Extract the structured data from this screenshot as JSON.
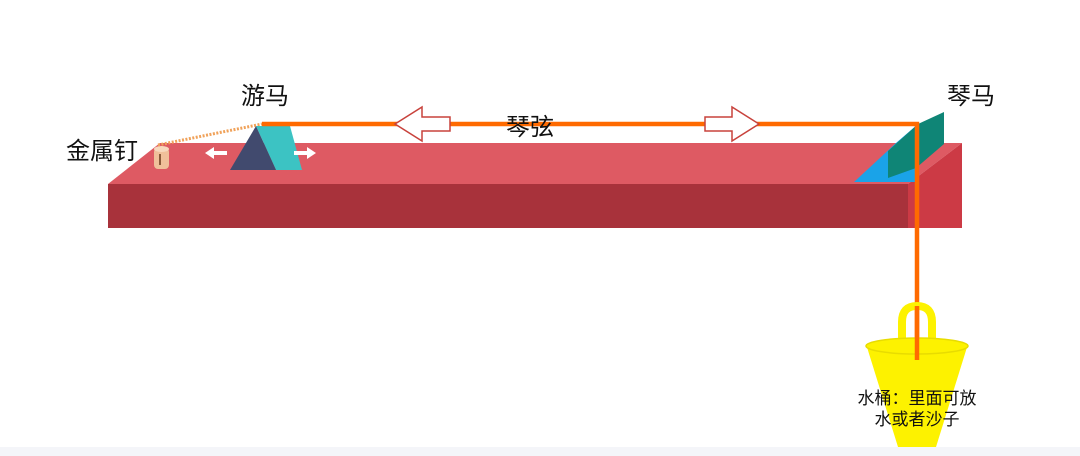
{
  "labels": {
    "nail": "金属钉",
    "sliding_bridge": "游马",
    "string": "琴弦",
    "bridge": "琴马",
    "bucket_line1": "水桶：里面可放",
    "bucket_line2": "水或者沙子"
  },
  "colors": {
    "board_top": "#de5a63",
    "board_front": "#a8323b",
    "board_side": "#cc3a45",
    "string": "#ff6a00",
    "arrow_outline": "#c8423c",
    "slider_dark": "#414a6e",
    "slider_light": "#3cc3c3",
    "bridge_blue": "#1aa3e8",
    "bridge_green": "#0f8576",
    "bucket": "#fdf200",
    "nail": "#f0c09a"
  }
}
